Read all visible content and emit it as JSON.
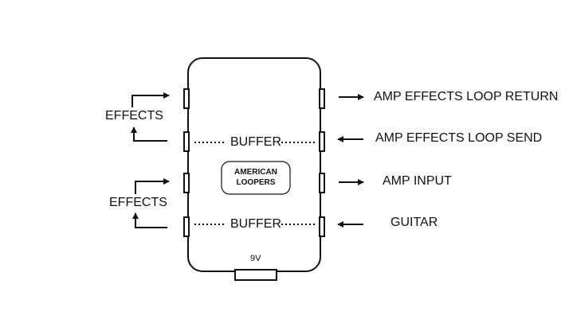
{
  "pedal": {
    "brand_line1": "AMERICAN",
    "brand_line2": "LOOPERS",
    "power_label": "9V",
    "buffer_top": "BUFFER",
    "buffer_bottom": "BUFFER"
  },
  "left_labels": {
    "effects_top": "EFFECTS",
    "effects_bottom": "EFFECTS"
  },
  "right_labels": {
    "return": "AMP EFFECTS LOOP RETURN",
    "send": "AMP EFFECTS LOOP SEND",
    "amp_input": "AMP INPUT",
    "guitar": "GUITAR"
  },
  "colors": {
    "stroke": "#111111",
    "background": "#ffffff"
  }
}
